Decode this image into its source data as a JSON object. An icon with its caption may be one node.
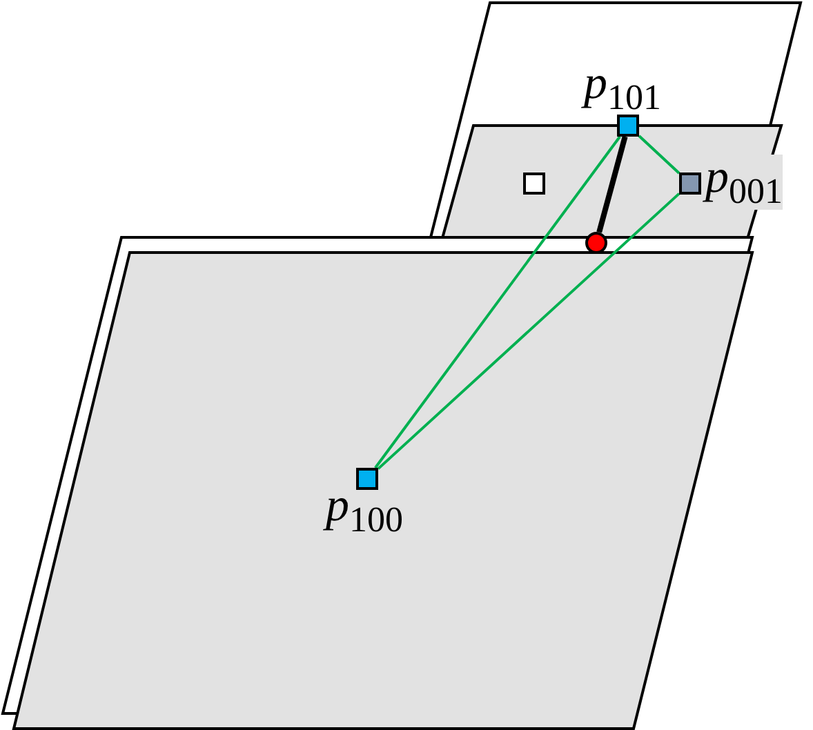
{
  "diagram": {
    "nodes": [
      {
        "text": [],
        "shape": "box",
        "beside": [
          "*p*$_{101}$"
        ]
      },
      {
        "text": [],
        "shape": "box"
      },
      {
        "text": [],
        "shape": "box",
        "beside": [
          "*p*$_{001}$"
        ]
      },
      {
        "text": [],
        "shape": "circle"
      },
      {
        "text": [],
        "shape": "box",
        "beside": [
          "*p*$_{100}$"
        ]
      }
    ],
    "edges": [
      {
        "from": 0,
        "to": 4,
        "arrow": "none"
      },
      {
        "from": 2,
        "to": 4,
        "arrow": "none"
      },
      {
        "from": 0,
        "to": 2,
        "arrow": "none"
      },
      {
        "from": 0,
        "to": 3,
        "arrow": "none",
        "style": "thick",
        "color": "#000000"
      }
    ]
  }
}
